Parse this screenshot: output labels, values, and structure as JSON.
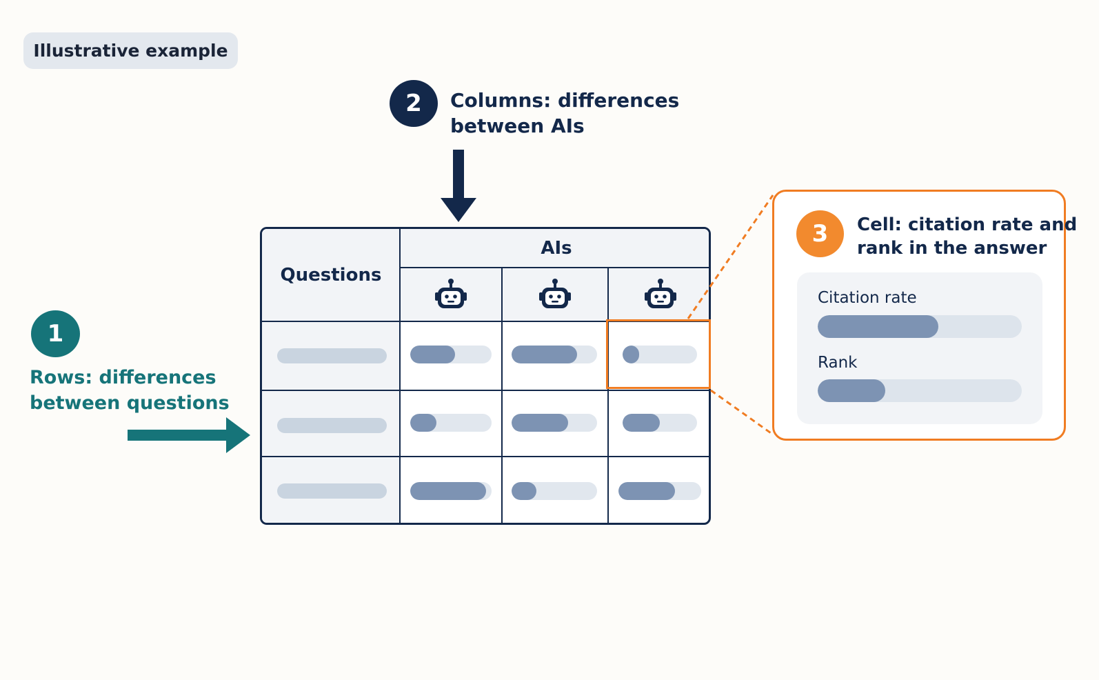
{
  "tag": "Illustrative example",
  "callout1": {
    "number": "1",
    "line1": "Rows: differences",
    "line2": "between questions"
  },
  "callout2": {
    "number": "2",
    "line1": "Columns: differences",
    "line2": "between AIs"
  },
  "callout3": {
    "number": "3",
    "line1": "Cell: citation rate and",
    "line2": "rank in the answer"
  },
  "grid": {
    "questions_header": "Questions",
    "ais_header": "AIs",
    "ai_icon": "robot-icon",
    "rows": [
      {
        "fills": [
          0.55,
          0.77,
          0.22
        ]
      },
      {
        "fills": [
          0.32,
          0.66,
          0.5
        ]
      },
      {
        "fills": [
          0.93,
          0.29,
          0.68
        ]
      }
    ]
  },
  "detail": {
    "citation_label": "Citation rate",
    "citation_fill": 0.59,
    "rank_label": "Rank",
    "rank_fill": 0.33
  },
  "colors": {
    "teal": "#167479",
    "navy": "#13284a",
    "orange": "#f07c22",
    "bar": "#7d93b3",
    "track": "#e1e7ee"
  }
}
